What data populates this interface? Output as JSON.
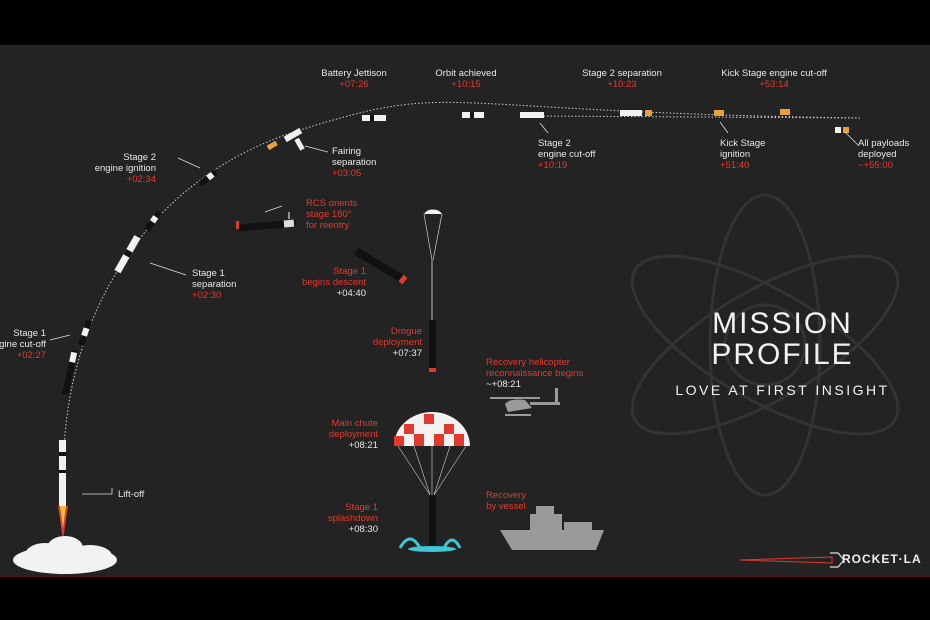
{
  "title": [
    "MISSION",
    "PROFILE"
  ],
  "subtitle": "LOVE AT FIRST INSIGHT",
  "brand": "ROCKET·LA",
  "events": {
    "battery_jettison": {
      "label": "Battery Jettison",
      "time": "+07:26"
    },
    "orbit_achieved": {
      "label": "Orbit achieved",
      "time": "+10:15"
    },
    "stage2_separation": {
      "label": "Stage 2 separation",
      "time": "+10:23"
    },
    "kick_cutoff": {
      "label": "Kick Stage engine cut-off",
      "time": "+53:14"
    },
    "stage2_ignition": {
      "label1": "Stage 2",
      "label2": "engine ignition",
      "time": "+02:34"
    },
    "fairing_sep": {
      "label1": "Fairing",
      "label2": "separation",
      "time": "+03:05"
    },
    "stage2_cutoff": {
      "label1": "Stage 2",
      "label2": "engine cut-off",
      "time": "+10:19"
    },
    "kick_ignition": {
      "label1": "Kick Stage",
      "label2": "ignition",
      "time": "+51:40"
    },
    "payloads": {
      "label1": "All payloads",
      "label2": "deployed",
      "time": "~+55:00"
    },
    "rcs": {
      "label1": "RCS orients",
      "label2": "stage 180°",
      "label3": "for reentry"
    },
    "stage1_sep": {
      "label1": "Stage 1",
      "label2": "separation",
      "time": "+02:30"
    },
    "stage1_descent": {
      "label1": "Stage 1",
      "label2": "begins descent",
      "time": "+04:40"
    },
    "stage1_cutoff": {
      "label1": "Stage 1",
      "label2": "engine cut-off",
      "time": "+02:27"
    },
    "drogue": {
      "label1": "Drogue",
      "label2": "deployment",
      "time": "+07:37"
    },
    "heli": {
      "label1": "Recovery helicopter",
      "label2": "reconnaissance begins",
      "time": "~+08:21"
    },
    "main_chute": {
      "label1": "Main chute",
      "label2": "deployment",
      "time": "+08:21"
    },
    "recovery_vessel": {
      "label1": "Recovery",
      "label2": "by vessel"
    },
    "splashdown": {
      "label1": "Stage 1",
      "label2": "splashdown",
      "time": "+08:30"
    },
    "liftoff": {
      "label": "Lift-off"
    }
  },
  "colors": {
    "accent": "#e23a2e",
    "background": "#232323",
    "text": "#e8e8e8"
  }
}
